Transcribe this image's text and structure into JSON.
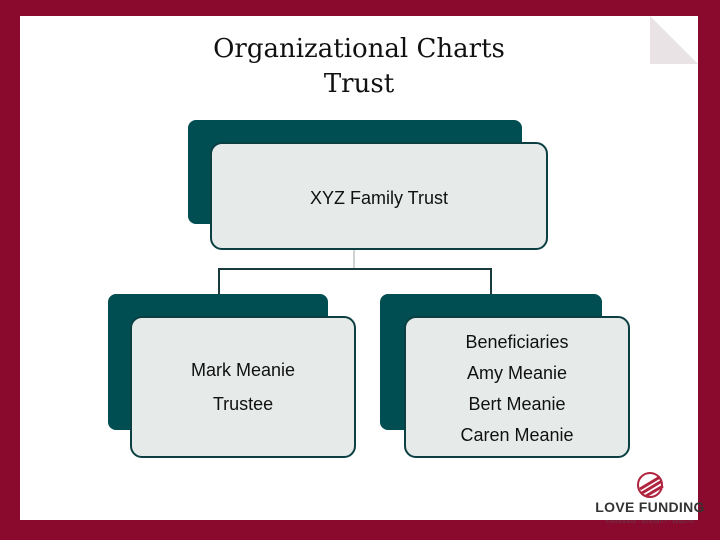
{
  "title": {
    "line1": "Organizational Charts",
    "line2": "Trust"
  },
  "top_box": {
    "label": "XYZ Family Trust"
  },
  "left_box": {
    "name": "Mark Meanie",
    "role": "Trustee"
  },
  "right_box": {
    "heading": "Beneficiaries",
    "members": [
      "Amy Meanie",
      "Bert Meanie",
      "Caren Meanie"
    ]
  },
  "logo": {
    "name": "LOVE FUNDING",
    "tagline": "EXPERIENCE · INTEGRITY · RESULTS"
  },
  "colors": {
    "frame": "#8a0a2e",
    "box_back": "#004d52",
    "box_front": "#e6ebea"
  }
}
